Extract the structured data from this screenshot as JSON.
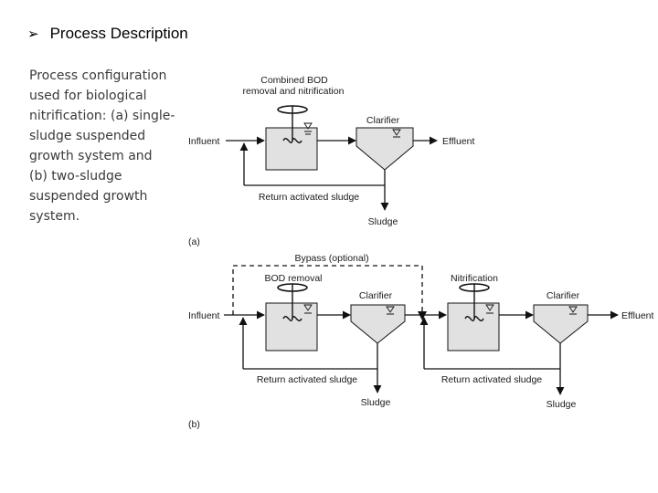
{
  "slide": {
    "bullet_icon": "arrow-bullet-icon",
    "title": "Process Description",
    "caption_lines": [
      "Process configuration",
      "used for biological",
      "nitrification: (a) single-",
      "sludge suspended",
      "growth system and",
      "(b) two-sludge",
      "suspended growth",
      "system."
    ]
  },
  "diagram_a": {
    "panel_label": "(a)",
    "tank_label_line1": "Combined BOD",
    "tank_label_line2": "removal and nitrification",
    "clarifier_label": "Clarifier",
    "influent_label": "Influent",
    "effluent_label": "Effluent",
    "return_label": "Return activated sludge",
    "sludge_label": "Sludge"
  },
  "diagram_b": {
    "panel_label": "(b)",
    "bypass_label": "Bypass (optional)",
    "tank1_label": "BOD removal",
    "tank2_label": "Nitrification",
    "clarifier1_label": "Clarifier",
    "clarifier2_label": "Clarifier",
    "influent_label": "Influent",
    "effluent_label": "Effluent",
    "return1_label": "Return activated sludge",
    "return2_label": "Return activated sludge",
    "sludge1_label": "Sludge",
    "sludge2_label": "Sludge"
  }
}
